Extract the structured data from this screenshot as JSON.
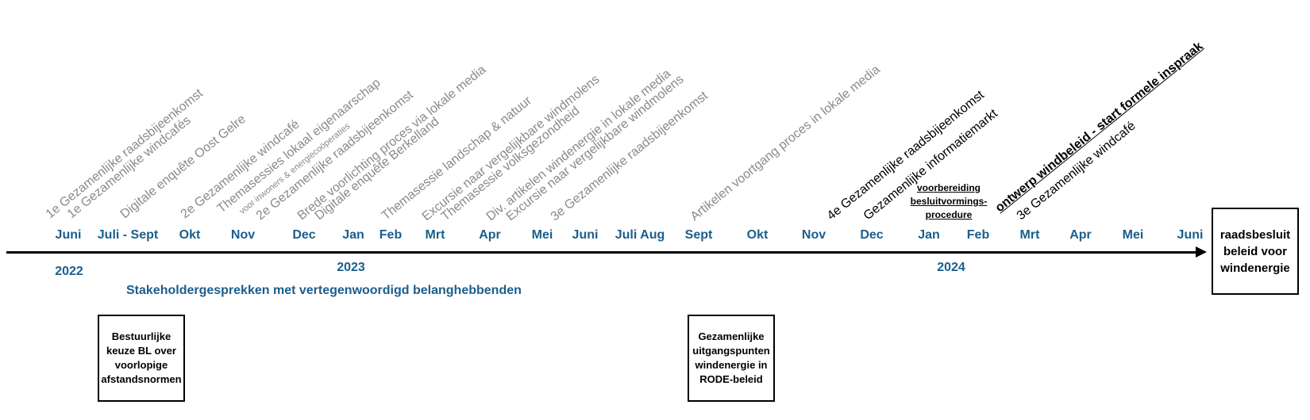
{
  "months": [
    "Juni",
    "Juli - Sept",
    "Okt",
    "Nov",
    "Dec",
    "Jan",
    "Feb",
    "Mrt",
    "Apr",
    "Mei",
    "Juni",
    "Juli Aug",
    "Sept",
    "Okt",
    "Nov",
    "Dec",
    "Jan",
    "Feb",
    "Mrt",
    "Apr",
    "Mei",
    "Juni"
  ],
  "years": [
    "2022",
    "2023",
    "2024"
  ],
  "events": [
    "1e Gezamenlijke raadsbijeenkomst",
    "1e Gezamenlijke windcafés",
    "Digitale enquête Oost Gelre",
    "2e Gezamenlijke windcafé",
    "Themasessies lokaal eigenaarschap",
    "voor inwoners & energiecoöperaties",
    "2e Gezamenlijke raadsbijeenkomst",
    "Brede voorlichting proces via lokale media",
    "Digitale enquête Berkelland",
    "Themasessie landschap & natuur",
    "Excursie naar vergelijkbare windmolens",
    "Themasessie volksgezondheid",
    "Div. artikelen windenergie in lokale media",
    "Excursie naar vergelijkbare windmolens",
    "3e Gezamenlijke raadsbijeenkomst",
    "Artikelen voortgang proces in lokale media",
    "4e Gezamenlijke raadsbijeenkomst",
    "Gezamenlijke informatiemarkt",
    "ontwerp windbeleid - start formele inspraak",
    "3e Gezamenlijke windcafé"
  ],
  "preparation": [
    "voorbereiding",
    "besluitvormings-",
    "procedure"
  ],
  "stakeholder_text": "Stakeholdergesprekken met vertegenwoordigd belanghebbenden",
  "boxes": {
    "box1": "Bestuurlijke keuze BL over voorlopige afstandsnormen",
    "box2": "Gezamenlijke uitgangspunten windenergie in RODE-beleid",
    "final": "raadsbesluit beleid voor windenergie"
  },
  "colors": {
    "accent": "#1b5e8c",
    "past_event": "#8a8a8a",
    "future_event": "#000000"
  }
}
